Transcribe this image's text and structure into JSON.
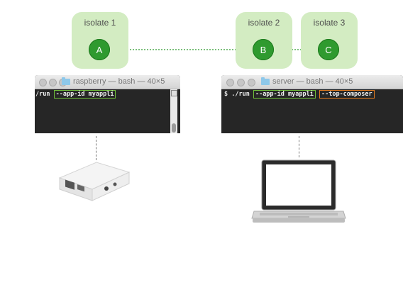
{
  "isolates": [
    {
      "label": "isolate 1",
      "node": "A"
    },
    {
      "label": "isolate 2",
      "node": "B"
    },
    {
      "label": "isolate 3",
      "node": "C"
    }
  ],
  "terminals": [
    {
      "title": "raspberry — bash — 40×5",
      "cmd_prefix": "/run ",
      "cmd_green": "--app-id myappli"
    },
    {
      "title": "server — bash — 40×5",
      "cmd_prefix": "$ ./run ",
      "cmd_green": "--app-id myappli",
      "cmd_orange": "--top-composer"
    }
  ],
  "colors": {
    "isolate_fill": "#d3ecc2",
    "node_fill": "#2f9a2f",
    "connection_line": "#2f9a2f",
    "highlight_green": "#6fbf3a",
    "highlight_orange": "#e07a1f",
    "terminal_bg": "#262626"
  }
}
